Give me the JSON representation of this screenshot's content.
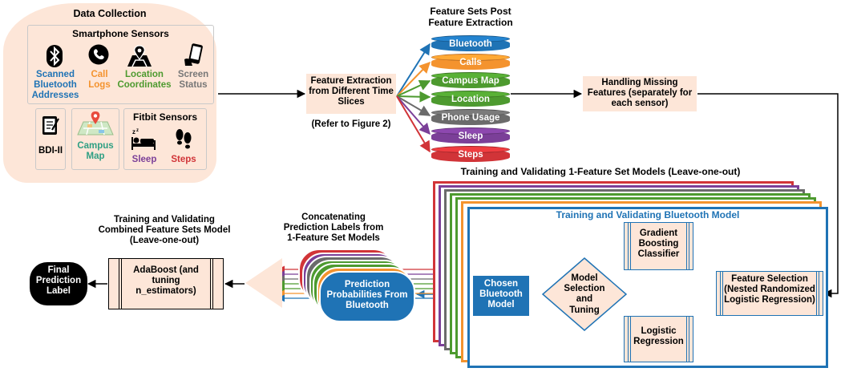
{
  "colors": {
    "peach": "#fde6d8",
    "blue": "#1f73b5",
    "orange": "#f4932e",
    "green": "#4d9a2f",
    "gray": "#777777",
    "purple": "#7b3f98",
    "red": "#d13438",
    "teal": "#2e9f83"
  },
  "data_collection": {
    "title": "Data Collection",
    "smartphone": {
      "title": "Smartphone Sensors",
      "items": [
        {
          "icon": "bluetooth-icon",
          "label": "Scanned Bluetooth Addresses",
          "color": "#1f73b5"
        },
        {
          "icon": "phone-icon",
          "label": "Call Logs",
          "color": "#f4932e"
        },
        {
          "icon": "map-pin-icon",
          "label": "Location Coordinates",
          "color": "#4d9a2f"
        },
        {
          "icon": "screen-icon",
          "label": "Screen Status",
          "color": "#777777"
        }
      ]
    },
    "bdi": {
      "icon": "clipboard-icon",
      "label": "BDI-II"
    },
    "campus": {
      "icon": "campus-map-icon",
      "label": "Campus Map",
      "color": "#2e9f83"
    },
    "fitbit": {
      "title": "Fitbit Sensors",
      "items": [
        {
          "icon": "sleep-icon",
          "label": "Sleep",
          "color": "#7b3f98"
        },
        {
          "icon": "footsteps-icon",
          "label": "Steps",
          "color": "#d13438"
        }
      ]
    }
  },
  "feature_extraction": {
    "label": "Feature Extraction from Different Time Slices",
    "note": "(Refer to Figure 2)"
  },
  "feature_sets": {
    "title": "Feature Sets Post Feature Extraction",
    "items": [
      {
        "label": "Bluetooth",
        "color": "#1f73b5"
      },
      {
        "label": "Calls",
        "color": "#f4932e"
      },
      {
        "label": "Campus Map",
        "color": "#4d9a2f"
      },
      {
        "label": "Location",
        "color": "#4d9a2f"
      },
      {
        "label": "Phone Usage",
        "color": "#6b6b6b"
      },
      {
        "label": "Sleep",
        "color": "#7b3f98"
      },
      {
        "label": "Steps",
        "color": "#d13438"
      }
    ]
  },
  "missing": {
    "label": "Handling Missing Features (separately for each sensor)"
  },
  "training_title": "Training and Validating 1-Feature Set Models (Leave-one-out)",
  "bluetooth_model": {
    "title": "Training and Validating Bluetooth Model",
    "feature_selection": "Feature Selection (Nested Randomized Logistic Regression)",
    "gbc": "Gradient Boosting Classifier",
    "logreg": "Logistic Regression",
    "model_selection": "Model Selection and Tuning",
    "chosen": "Chosen Bluetooth Model"
  },
  "concat": {
    "title": "Concatenating Prediction Labels from 1-Feature Set Models",
    "prob_label": "Prediction Probabilities From Bluetooth"
  },
  "combined": {
    "title": "Training and Validating Combined Feature Sets Model (Leave-one-out)",
    "adaboost": "AdaBoost (and tuning n_estimators)"
  },
  "final": {
    "label": "Final Prediction Label"
  }
}
